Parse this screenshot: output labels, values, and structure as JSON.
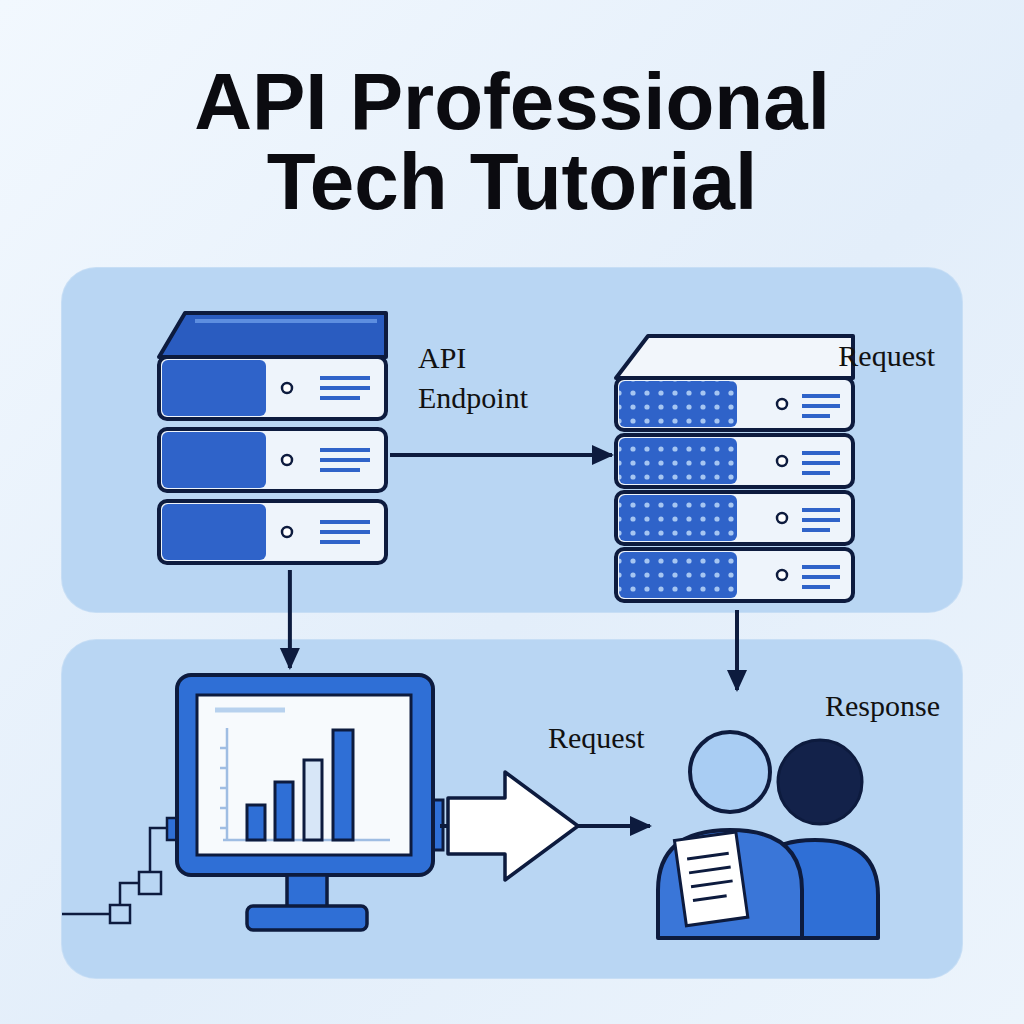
{
  "diagram": {
    "title": "API Professional Tech Tutorial",
    "nodes": [
      {},
      {
        "in": 0
      },
      {
        "text": [
          "Request"
        ],
        "in": 0
      },
      {},
      {
        "in": 3
      },
      {
        "text": [
          "Response"
        ],
        "in": 3
      }
    ],
    "edges": [
      {
        "from": 1,
        "to": 2,
        "label": "API Endpoint",
        "arrow": "to"
      },
      {
        "from": 1,
        "to": 4,
        "arrow": "to"
      },
      {
        "from": 2,
        "to": 5,
        "arrow": "to"
      },
      {
        "from": 4,
        "to": 5,
        "label": "Request",
        "arrow": "to"
      }
    ]
  }
}
